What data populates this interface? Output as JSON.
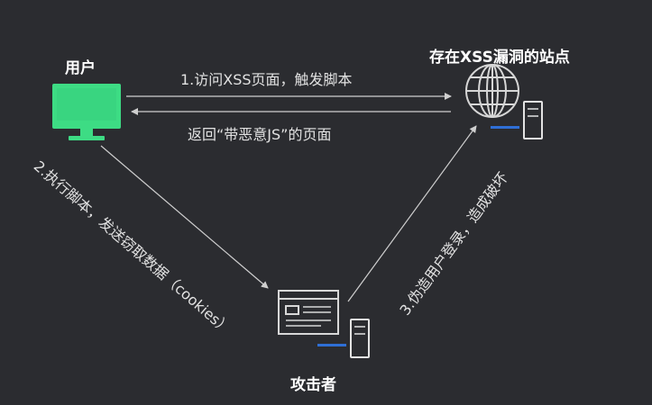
{
  "nodes": {
    "user": {
      "title": "用户",
      "icon": "monitor-icon"
    },
    "site": {
      "title": "存在XSS漏洞的站点",
      "icon": "globe-icon",
      "server_icon": "server-icon"
    },
    "attacker": {
      "title": "攻击者",
      "icon": "webpage-icon",
      "server_icon": "server-icon"
    }
  },
  "edges": {
    "visit": "1.访问XSS页面，触发脚本",
    "return": "返回“带恶意JS”的页面",
    "execute": "2.执行脚本，发送窃取数据（cookies）",
    "forge": "3.伪造用户登录，造成破坏"
  },
  "colors": {
    "background": "#2b2c30",
    "monitor": "#3ddc84",
    "line": "#bdbdbd",
    "server_accent": "#2f6fd6"
  }
}
